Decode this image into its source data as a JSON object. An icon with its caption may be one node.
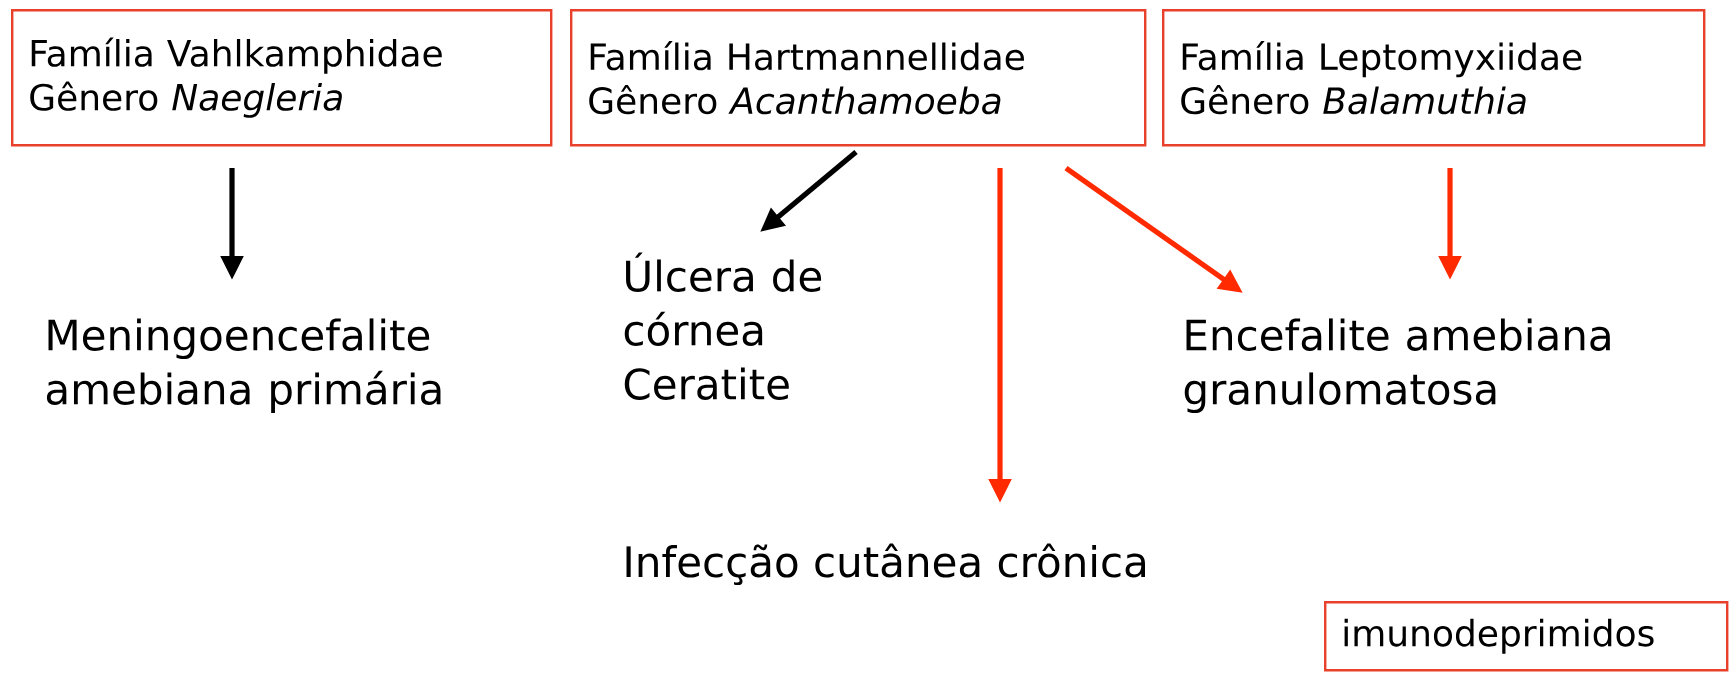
{
  "diagram": {
    "nodes": [
      {
        "text": [
          "Família Vahlkamphidae",
          "Gênero *Naegleria*"
        ]
      },
      {
        "text": [
          "Família Hartmannellidae",
          "Gênero *Acanthamoeba*"
        ]
      },
      {
        "text": [
          "Família Leptomyxiidae",
          "Gênero *Balamuthia*"
        ]
      },
      {
        "text": [
          "Meningoencefalite amebiana primária"
        ]
      },
      {
        "text": [
          "Úlcera de córnea Ceratite"
        ]
      },
      {
        "text": [
          "Infecção cutânea crônica"
        ]
      },
      {
        "text": [
          "Encefalite amebiana granulomatosa"
        ]
      },
      {
        "text": [
          "imunodeprimidos"
        ]
      }
    ],
    "edges": [
      {
        "from": 0,
        "to": 3,
        "arrow": "to",
        "color": "#000000"
      },
      {
        "from": 1,
        "to": 4,
        "arrow": "to",
        "color": "#000000"
      },
      {
        "from": 1,
        "to": 5,
        "arrow": "to"
      },
      {
        "from": 1,
        "to": 6,
        "arrow": "to"
      },
      {
        "from": 2,
        "to": 6,
        "arrow": "to"
      }
    ]
  }
}
